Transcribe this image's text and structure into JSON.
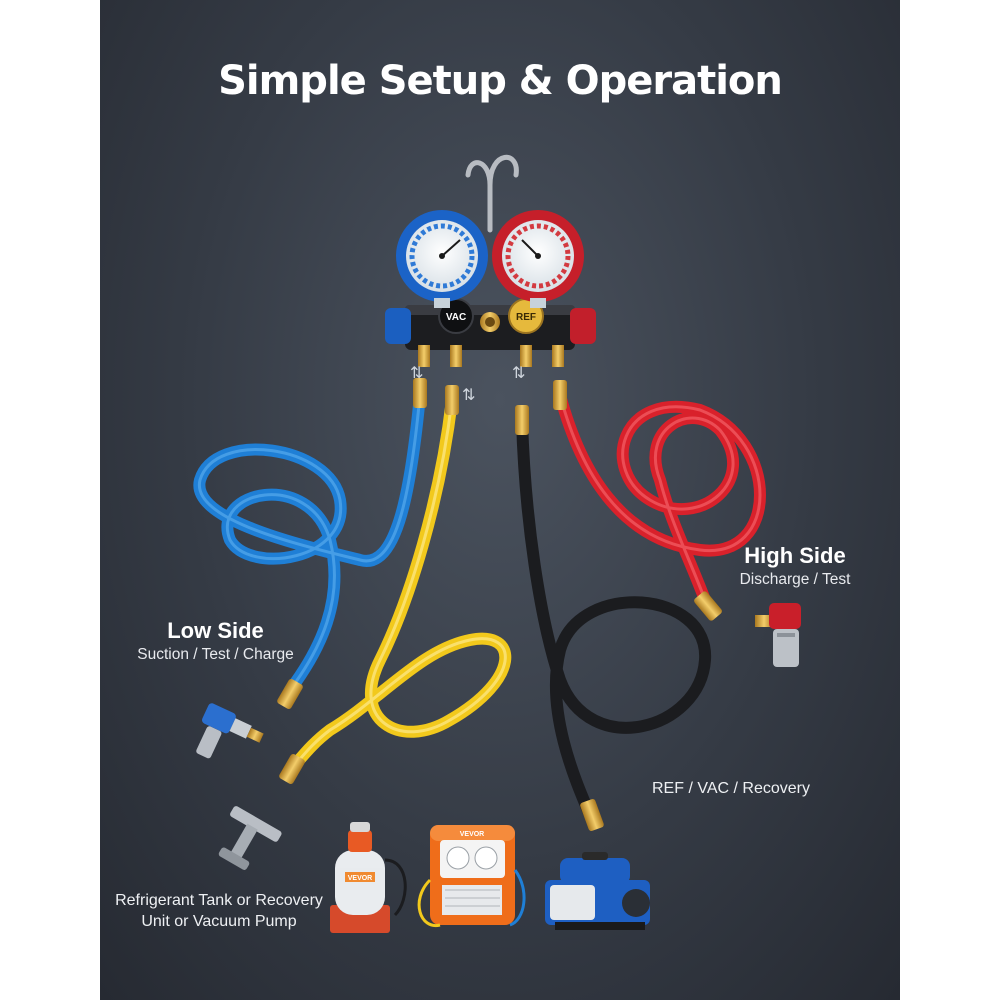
{
  "title": "Simple Setup & Operation",
  "low_side": {
    "heading": "Low Side",
    "sub": "Suction / Test / Charge"
  },
  "high_side": {
    "heading": "High Side",
    "sub": "Discharge / Test"
  },
  "ref_vac": "REF / VAC / Recovery",
  "tank_label": {
    "line1": "Refrigerant Tank or Recovery",
    "line2": "Unit or Vacuum Pump"
  },
  "valves": {
    "vac": "VAC",
    "ref": "REF"
  },
  "brand": "VEVOR",
  "colors": {
    "low_hose": "#1f7fd6",
    "high_hose": "#d9212b",
    "yellow_hose": "#f2c91c",
    "black_hose": "#1b1c1f",
    "brass": "#d8a53a"
  }
}
